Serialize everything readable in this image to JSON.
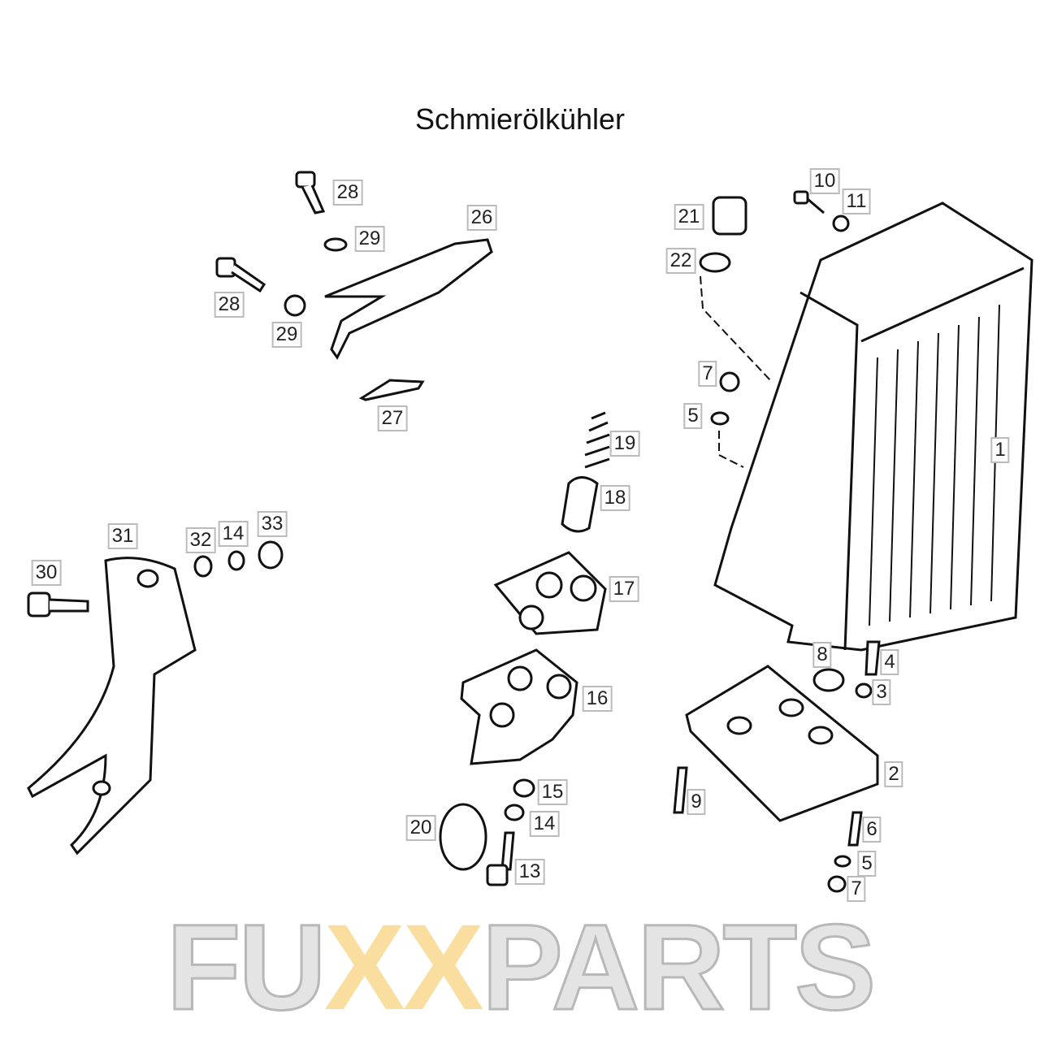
{
  "title": "Schmierölkühler",
  "watermark": {
    "part1": "FU",
    "part2": "XX",
    "part3": "PARTS"
  },
  "colors": {
    "watermark_accent": "#fadea0",
    "watermark_outline": "#c8c8c8",
    "label_border": "#bbbbbb"
  },
  "labels": [
    "28",
    "29",
    "26",
    "28",
    "29",
    "27",
    "21",
    "10",
    "11",
    "22",
    "7",
    "5",
    "19",
    "18",
    "1",
    "31",
    "32",
    "14",
    "33",
    "30",
    "17",
    "16",
    "8",
    "4",
    "3",
    "2",
    "15",
    "9",
    "14",
    "20",
    "6",
    "13",
    "5",
    "7"
  ]
}
